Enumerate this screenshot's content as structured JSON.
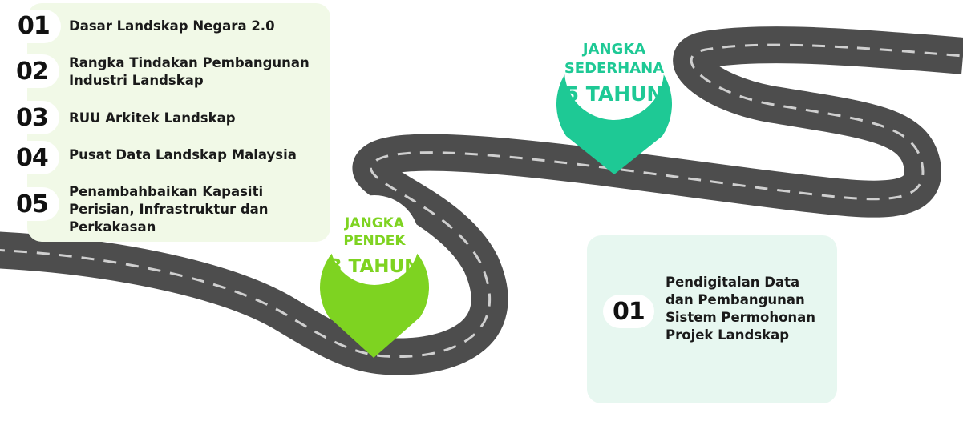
{
  "short_term_list": [
    {
      "number": "01",
      "label": "Dasar Landskap Negara 2.0"
    },
    {
      "number": "02",
      "label": "Rangka Tindakan Pembangunan Industri Landskap"
    },
    {
      "number": "03",
      "label": "RUU Arkitek Landskap"
    },
    {
      "number": "04",
      "label": "Pusat Data Landskap Malaysia"
    },
    {
      "number": "05",
      "label": "Penambahbaikan Kapasiti Perisian, Infrastruktur dan Perkakasan"
    }
  ],
  "medium_term_list": [
    {
      "number": "01",
      "label": "Pendigitalan Data dan Pembangunan Sistem Permohonan Projek Landskap"
    }
  ],
  "pins": {
    "short": {
      "line1": "JANGKA",
      "line2": "PENDEK",
      "duration": "3 TAHUN",
      "color": "#7ed321"
    },
    "medium": {
      "line1": "JANGKA",
      "line2": "SEDERHANA",
      "duration": "5 TAHUN",
      "color": "#1ec995"
    }
  },
  "colors": {
    "road": "#4d4d4d",
    "road_dash": "#cfcfcf",
    "short_panel": "#f1f9e7",
    "medium_panel": "#e7f7f0"
  }
}
